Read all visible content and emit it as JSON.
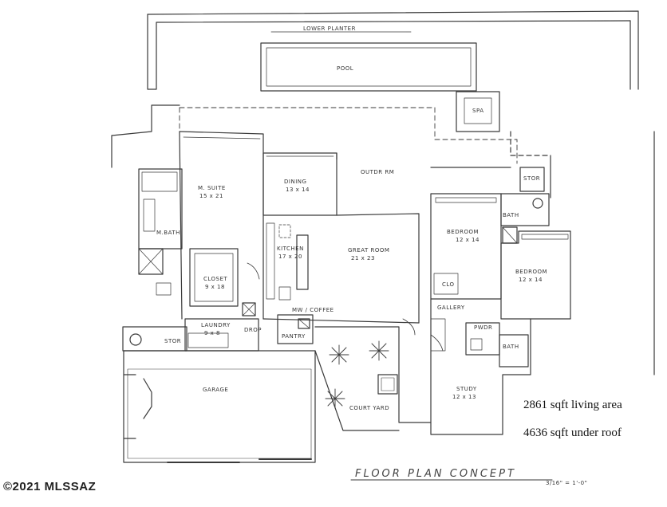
{
  "plan": {
    "rooms": {
      "lower_planter": "LOWER PLANTER",
      "pool": "POOL",
      "spa": "SPA",
      "outdoor_rm": "OUTDR RM",
      "storage_top": "STOR",
      "m_suite": "M. SUITE",
      "m_suite_dim": "15 x 21",
      "dining": "DINING",
      "dining_dim": "13 x 14",
      "m_bath": "M.BATH",
      "kitchen": "KITCHEN",
      "kitchen_dim": "17 x 20",
      "great_room": "GREAT ROOM",
      "great_room_dim": "21 x 23",
      "bedroom_1": "BEDROOM",
      "bedroom_1_dim": "12 x 14",
      "bath_right": "BATH",
      "bedroom_2": "BEDROOM",
      "bedroom_2_dim": "12 x 14",
      "closet_bed": "CLO",
      "closet": "CLOSET",
      "closet_dim": "9 x 18",
      "mw_coffee": "MW / COFFEE",
      "gallery": "GALLERY",
      "laundry": "LAUNDRY",
      "laundry_dim": "9 x 8",
      "drop": "DROP",
      "pantry": "PANTRY",
      "storage_garage": "STOR",
      "powder": "PWDR",
      "bath_study": "BATH",
      "garage": "GARAGE",
      "court_yard": "COURT YARD",
      "study": "STUDY",
      "study_dim": "12 x 13"
    },
    "title": "FLOOR PLAN CONCEPT",
    "scale": "3/16\" = 1'-0\""
  },
  "stats": {
    "living_area": "2861 sqft  living area",
    "under_roof": "4636 sqft under roof"
  },
  "copyright": "©2021 MLSSAZ"
}
